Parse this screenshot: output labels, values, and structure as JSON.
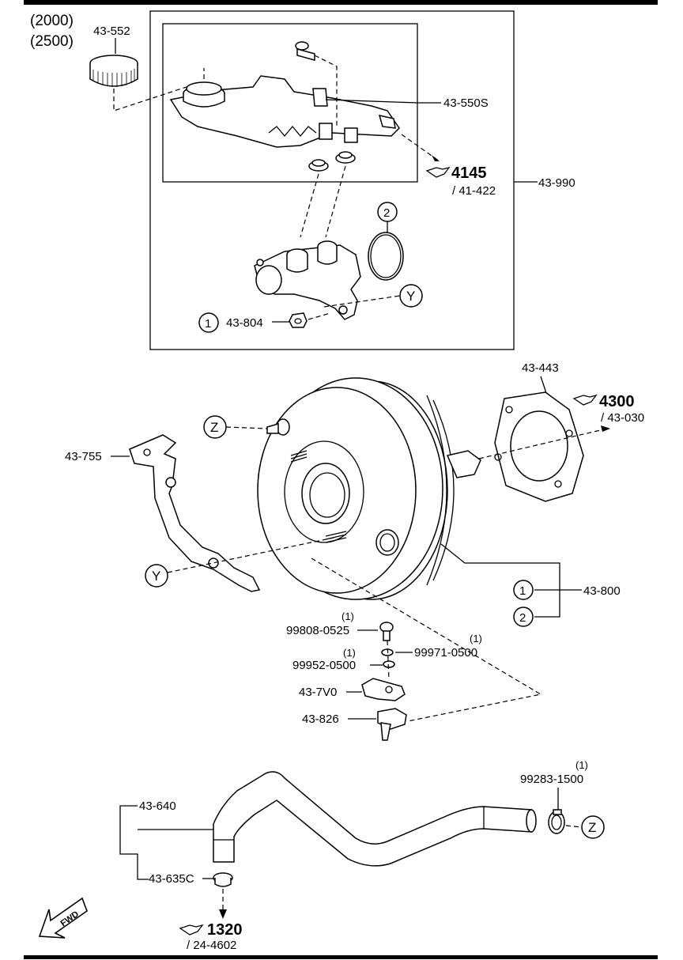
{
  "variants": [
    "(2000)",
    "(2500)"
  ],
  "parts": {
    "reservoir_cap": "43-552",
    "reservoir_assembly": "43-550S",
    "master_cylinder_assembly": "43-990",
    "master_cylinder_nut": "43-804",
    "gasket": "43-443",
    "bracket": "43-755",
    "booster_assembly": "43-800",
    "bolt": "99808-0525",
    "washer": "99971-0500",
    "spring_washer": "99952-0500",
    "sensor_bracket": "43-7V0",
    "vacuum_sensor": "43-826",
    "vacuum_hose": "43-640",
    "check_valve": "43-635C",
    "hose_clamp": "99283-1500"
  },
  "quantities": {
    "bolt": "(1)",
    "washer": "(1)",
    "spring_washer": "(1)",
    "hose_clamp": "(1)"
  },
  "references": {
    "ref_4145": {
      "page": "4145",
      "sub": "/ 41-422"
    },
    "ref_4300": {
      "page": "4300",
      "sub": "/ 43-030"
    },
    "ref_1320": {
      "page": "1320",
      "sub": "/ 24-4602"
    }
  },
  "callouts": {
    "one": "1",
    "two": "2",
    "y": "Y",
    "z": "Z"
  },
  "fwd_label": "FWD"
}
